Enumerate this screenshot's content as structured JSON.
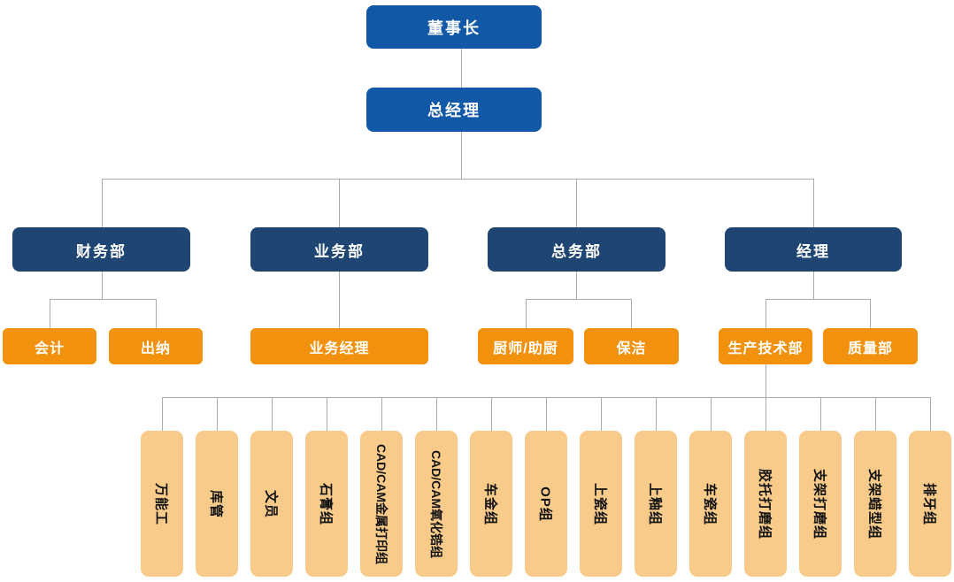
{
  "org": {
    "chairman": {
      "label": "董事长"
    },
    "general_manager": {
      "label": "总经理"
    },
    "departments": [
      {
        "label": "财务部"
      },
      {
        "label": "业务部"
      },
      {
        "label": "总务部"
      },
      {
        "label": "经理"
      }
    ],
    "staff": [
      {
        "label": "会计"
      },
      {
        "label": "出纳"
      },
      {
        "label": "业务经理"
      },
      {
        "label": "厨师/助厨"
      },
      {
        "label": "保洁"
      },
      {
        "label": "生产技术部"
      },
      {
        "label": "质量部"
      }
    ],
    "production_groups": [
      {
        "label": "万能工"
      },
      {
        "label": "库管"
      },
      {
        "label": "文员"
      },
      {
        "label": "石膏组"
      },
      {
        "label": "CAD/CAM金属打印组"
      },
      {
        "label": "CAD/CAM氧化锆组"
      },
      {
        "label": "车金组"
      },
      {
        "label": "OP组"
      },
      {
        "label": "上瓷组"
      },
      {
        "label": "上釉组"
      },
      {
        "label": "车瓷组"
      },
      {
        "label": "胶托打磨组"
      },
      {
        "label": "支架打磨组"
      },
      {
        "label": "支架蜡型组"
      },
      {
        "label": "排牙组"
      }
    ],
    "colors": {
      "executive_blue": "#1158A7",
      "department_navy": "#1F4572",
      "team_orange": "#F2910D",
      "group_tan": "#F8CB8A",
      "connector_gray": "#ABABAB"
    }
  }
}
